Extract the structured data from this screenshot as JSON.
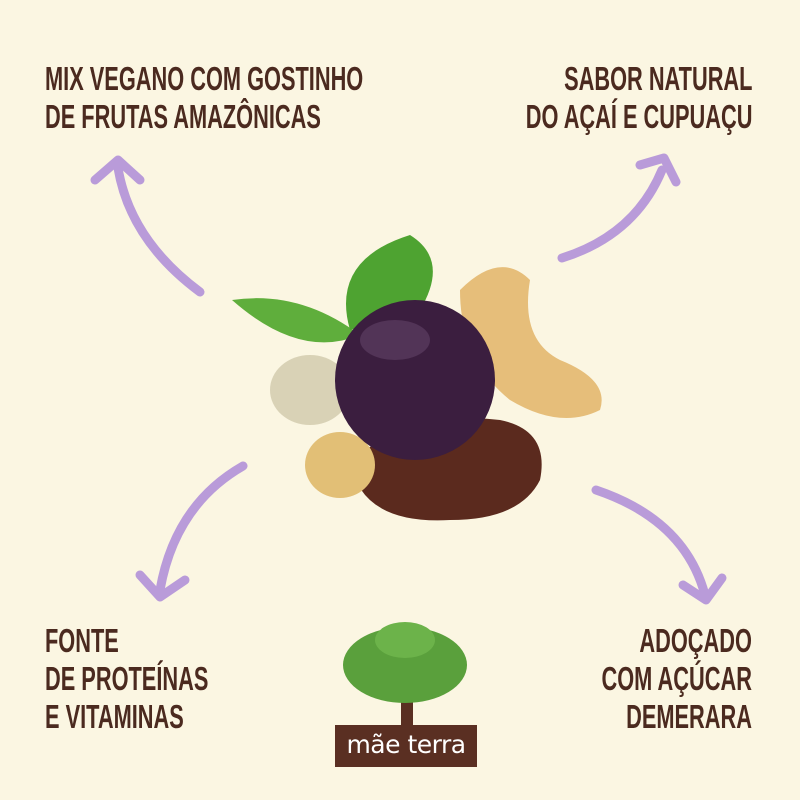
{
  "features": {
    "top_left": [
      "Mix vegano com gostinho",
      "de frutas amazônicas"
    ],
    "top_right": [
      "Sabor natural",
      "do açaí e cupuaçu"
    ],
    "bottom_left": [
      "Fonte",
      "de proteínas",
      "e vitaminas"
    ],
    "bottom_right": [
      "Adoçado",
      "com açúcar",
      "demerara"
    ]
  },
  "brand": {
    "name": "mãe terra"
  },
  "colors": {
    "background": "#fbf6e2",
    "text": "#4b2a1f",
    "arrow": "#b99bd9",
    "logo_band": "#5a2f22"
  }
}
